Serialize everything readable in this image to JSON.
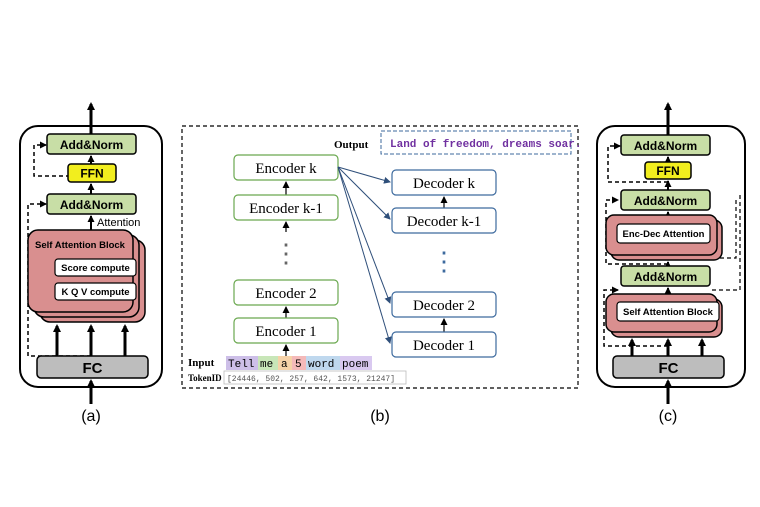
{
  "panel_a": {
    "add_norm_top": "Add&Norm",
    "ffn": "FFN",
    "add_norm_bottom": "Add&Norm",
    "attention_label": "Attention",
    "self_attention_block": "Self Attention Block",
    "score_compute": "Score compute",
    "kqv_compute": "K Q V compute",
    "fc": "FC",
    "caption": "(a)"
  },
  "panel_b": {
    "output_label": "Output",
    "output_text": "Land of freedom, dreams soar.",
    "encoders": [
      "Encoder k",
      "Encoder k-1",
      "Encoder 2",
      "Encoder 1"
    ],
    "decoders": [
      "Decoder k",
      "Decoder k-1",
      "Decoder 2",
      "Decoder 1"
    ],
    "ellipsis": "⋮",
    "input_label": "Input",
    "tokens": [
      "Tell",
      "me",
      "a",
      "5",
      "word",
      "poem"
    ],
    "tokenid_label": "TokenID",
    "token_ids": "[24446, 502, 257, 642, 1573, 21247]",
    "caption": "(b)"
  },
  "panel_c": {
    "add_norm_top": "Add&Norm",
    "ffn": "FFN",
    "add_norm_mid": "Add&Norm",
    "enc_dec_attention": "Enc-Dec Attention",
    "add_norm_low": "Add&Norm",
    "self_attention_block": "Self Attention Block",
    "fc": "FC",
    "caption": "(c)"
  },
  "colors": {
    "add_norm": "#c8dea6",
    "ffn": "#f2ee1e",
    "attention_block": "#d98f8f",
    "fc": "#bdbdbd",
    "encoder_border": "#6aa84f",
    "decoder_border": "#3d6a9e",
    "output_text": "#7030a0",
    "token_colors": [
      "#cdbfe8",
      "#c8e6b8",
      "#f6d2a8",
      "#f4b9b9",
      "#bfd8ee",
      "#d9c9f0"
    ]
  }
}
